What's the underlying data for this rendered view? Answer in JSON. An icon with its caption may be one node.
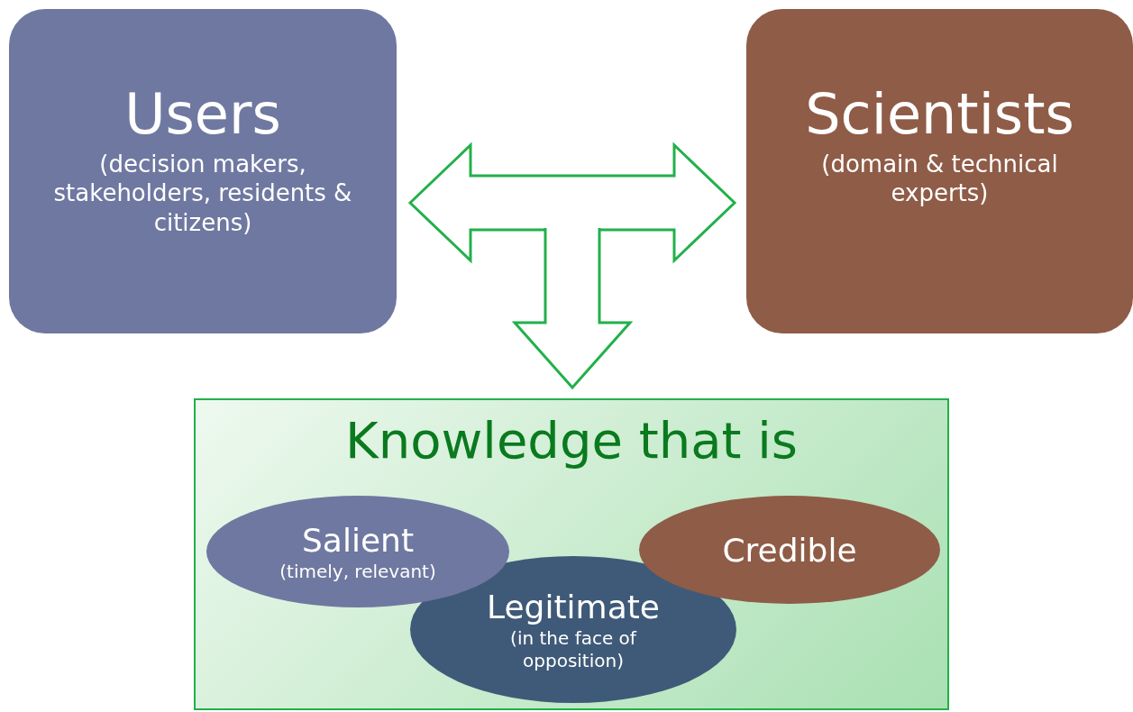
{
  "diagram": {
    "nodes": [
      {
        "text": [
          "Users",
          "(decision makers, stakeholders, residents & citizens)"
        ]
      },
      {
        "text": [
          "Scientists",
          "(domain & technical experts)"
        ]
      },
      {
        "text": [
          "Knowledge that is"
        ]
      },
      {
        "text": [
          "Salient",
          "(timely, relevant)"
        ],
        "in": 2
      },
      {
        "text": [
          "Legitimate",
          "(in the face of opposition)"
        ],
        "in": 2
      },
      {
        "text": [
          "Credible"
        ],
        "in": 2
      }
    ],
    "edges": [
      {
        "from": 0,
        "to": 1,
        "arrow": "both",
        "style": "thick",
        "color": "#22b04a"
      },
      {
        "from": null,
        "to": 2,
        "arrow": "to",
        "style": "thick",
        "color": "#22b04a"
      }
    ]
  }
}
